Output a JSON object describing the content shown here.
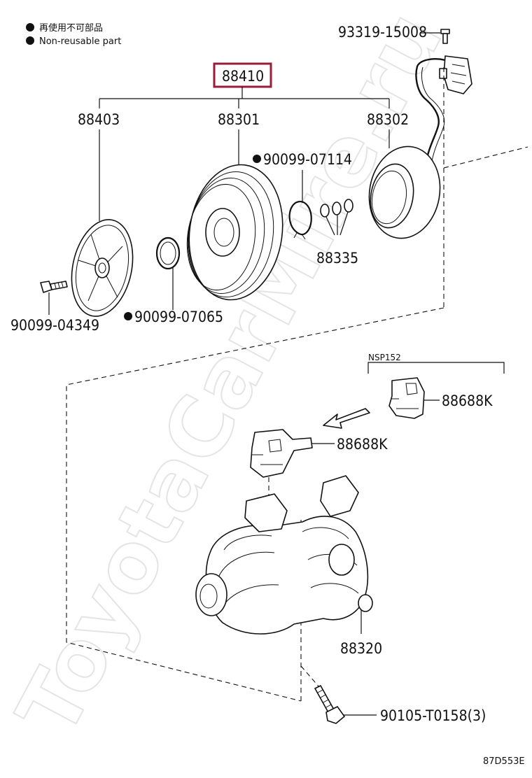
{
  "legend": {
    "line1": "再使用不可部品",
    "line2": "Non-reusable part"
  },
  "watermark": "ToyotaCarMire.ru",
  "parts": {
    "assembly": "88410",
    "hub": "88403",
    "pulley": "88301",
    "coil": "88302",
    "screw_top": "93319-15008",
    "snap_ring_pulley": "90099-07114",
    "shims": "88335",
    "bolt_hub": "90099-04349",
    "snap_ring_hub": "90099-07065",
    "bracket_variant_label": "NSP152",
    "bracket_variant": "88688K",
    "bracket": "88688K",
    "compressor": "88320",
    "bolt_compressor": "90105-T0158(3)"
  },
  "diagram_code": "87D553E",
  "colors": {
    "assembly_box": "#9b1b3a"
  }
}
